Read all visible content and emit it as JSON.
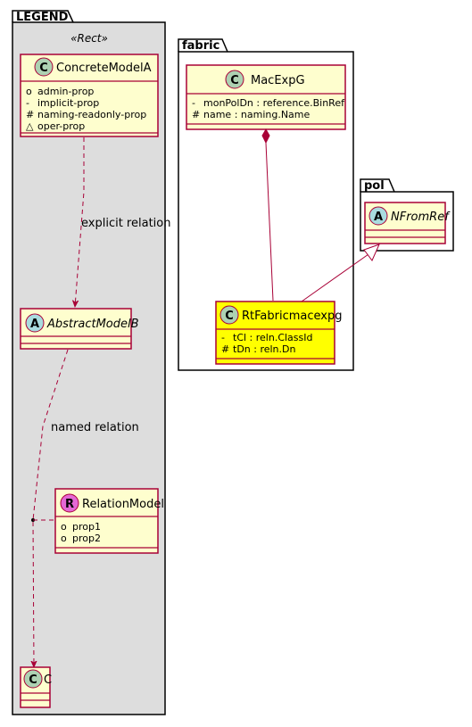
{
  "colors": {
    "class_fill": "#FEFECE",
    "class_border": "#A80036",
    "highlight_fill": "#FFFF00",
    "legend_fill": "#DDDDDD",
    "circle_c": "#ADD1B2",
    "circle_a": "#A9DCDF",
    "circle_r": "#E468D5"
  },
  "legend": {
    "title": "LEGEND",
    "stereotype": "«Rect»",
    "concrete": {
      "circle": "C",
      "name": "ConcreteModelA",
      "attrs": [
        {
          "vis": "o",
          "text": "admin-prop"
        },
        {
          "vis": "-",
          "text": "implicit-prop"
        },
        {
          "vis": "#",
          "text": "naming-readonly-prop"
        },
        {
          "vis": "△",
          "text": "oper-prop"
        }
      ]
    },
    "explicit_label": "explicit relation",
    "abstract": {
      "circle": "A",
      "name": "AbstractModelB"
    },
    "named_label": "named relation",
    "relation": {
      "circle": "R",
      "name": "RelationModel",
      "attrs": [
        {
          "vis": "o",
          "text": "prop1"
        },
        {
          "vis": "o",
          "text": "prop2"
        }
      ]
    },
    "c_class": {
      "circle": "C",
      "name": "C"
    }
  },
  "fabric": {
    "title": "fabric",
    "macexpg": {
      "circle": "C",
      "name": "MacExpG",
      "attrs": [
        {
          "vis": "-",
          "text": "monPolDn : reference.BinRef"
        },
        {
          "vis": "#",
          "text": "name : naming.Name"
        }
      ]
    },
    "rtfabric": {
      "circle": "C",
      "name": "RtFabricmacexpg",
      "attrs": [
        {
          "vis": "-",
          "text": "tCl : reln.ClassId"
        },
        {
          "vis": "#",
          "text": "tDn : reln.Dn"
        }
      ]
    }
  },
  "pol": {
    "title": "pol",
    "nfromref": {
      "circle": "A",
      "name": "NFromRef"
    }
  }
}
